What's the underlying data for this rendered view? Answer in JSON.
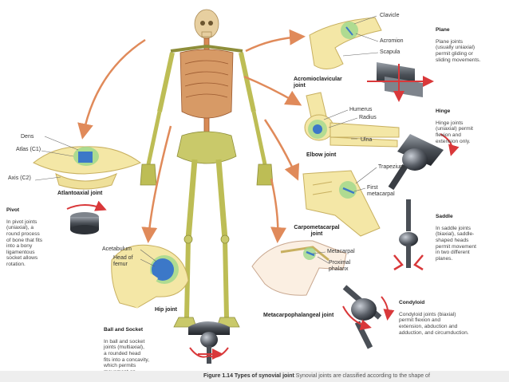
{
  "labels": {
    "clavicle": "Clavicle",
    "acromion": "Acromion",
    "scapula": "Scapula",
    "acromioclavicular_joint": "Acromioclavicular joint",
    "humerus": "Humerus",
    "radius": "Radius",
    "ulna": "Ulna",
    "elbow_joint": "Elbow joint",
    "trapezium": "Trapezium",
    "first_metacarpal": "First metacarpal",
    "carpometacarpal_joint": "Carpometacarpal joint",
    "metacarpal": "Metacarpal",
    "proximal_phalanx": "Proximal phalanx",
    "metacarpophalangeal_joint": "Metacarpophalangeal joint",
    "dens": "Dens",
    "atlas": "Atlas (C1)",
    "axis": "Axis (C2)",
    "atlantoaxial_joint": "Atlantoaxial joint",
    "acetabulum": "Acetabulum",
    "head_of_femur": "Head of femur",
    "hip_joint": "Hip joint"
  },
  "joint_types": {
    "plane": {
      "title": "Plane",
      "text": "Plane joints\n(usually uniaxial)\npermit gliding or\nsliding movements."
    },
    "hinge": {
      "title": "Hinge",
      "text": "Hinge joints\n(uniaxial) permit\nflexion and\nextension only."
    },
    "saddle": {
      "title": "Saddle",
      "text": "In saddle joints\n(biaxial), saddle-\nshaped heads\npermit movement\nin two different\nplanes."
    },
    "condyloid": {
      "title": "Condyloid",
      "text": "Condyloid joints (biaxial)\npermit flexion and\nextension, abduction and\nadduction, and circumduction."
    },
    "pivot": {
      "title": "Pivot",
      "text": "In pivot joints\n(uniaxial), a\nround process\nof bone that fits\ninto a bony\nligamentous\nsocket allows\nrotation."
    },
    "ball_socket": {
      "title": "Ball and Socket",
      "text": "In ball and socket\njoints (multiaxial),\na rounded head\nfits into a concavity,\nwhich permits\nmovement on\nseveral axes."
    }
  },
  "caption": {
    "figure": "Figure 1.14  Types of synovial joint",
    "text": "Synovial joints are classified according to the shape of"
  },
  "colors": {
    "bone": "#f4e7a6",
    "bone_outline": "#c8b060",
    "skeleton": "#bdbd55",
    "joint_green": "#9ed88c",
    "joint_blue": "#3c78c8",
    "arrow": "#e08a5a",
    "red_arrow": "#d9383a",
    "metal": "#555a62"
  }
}
